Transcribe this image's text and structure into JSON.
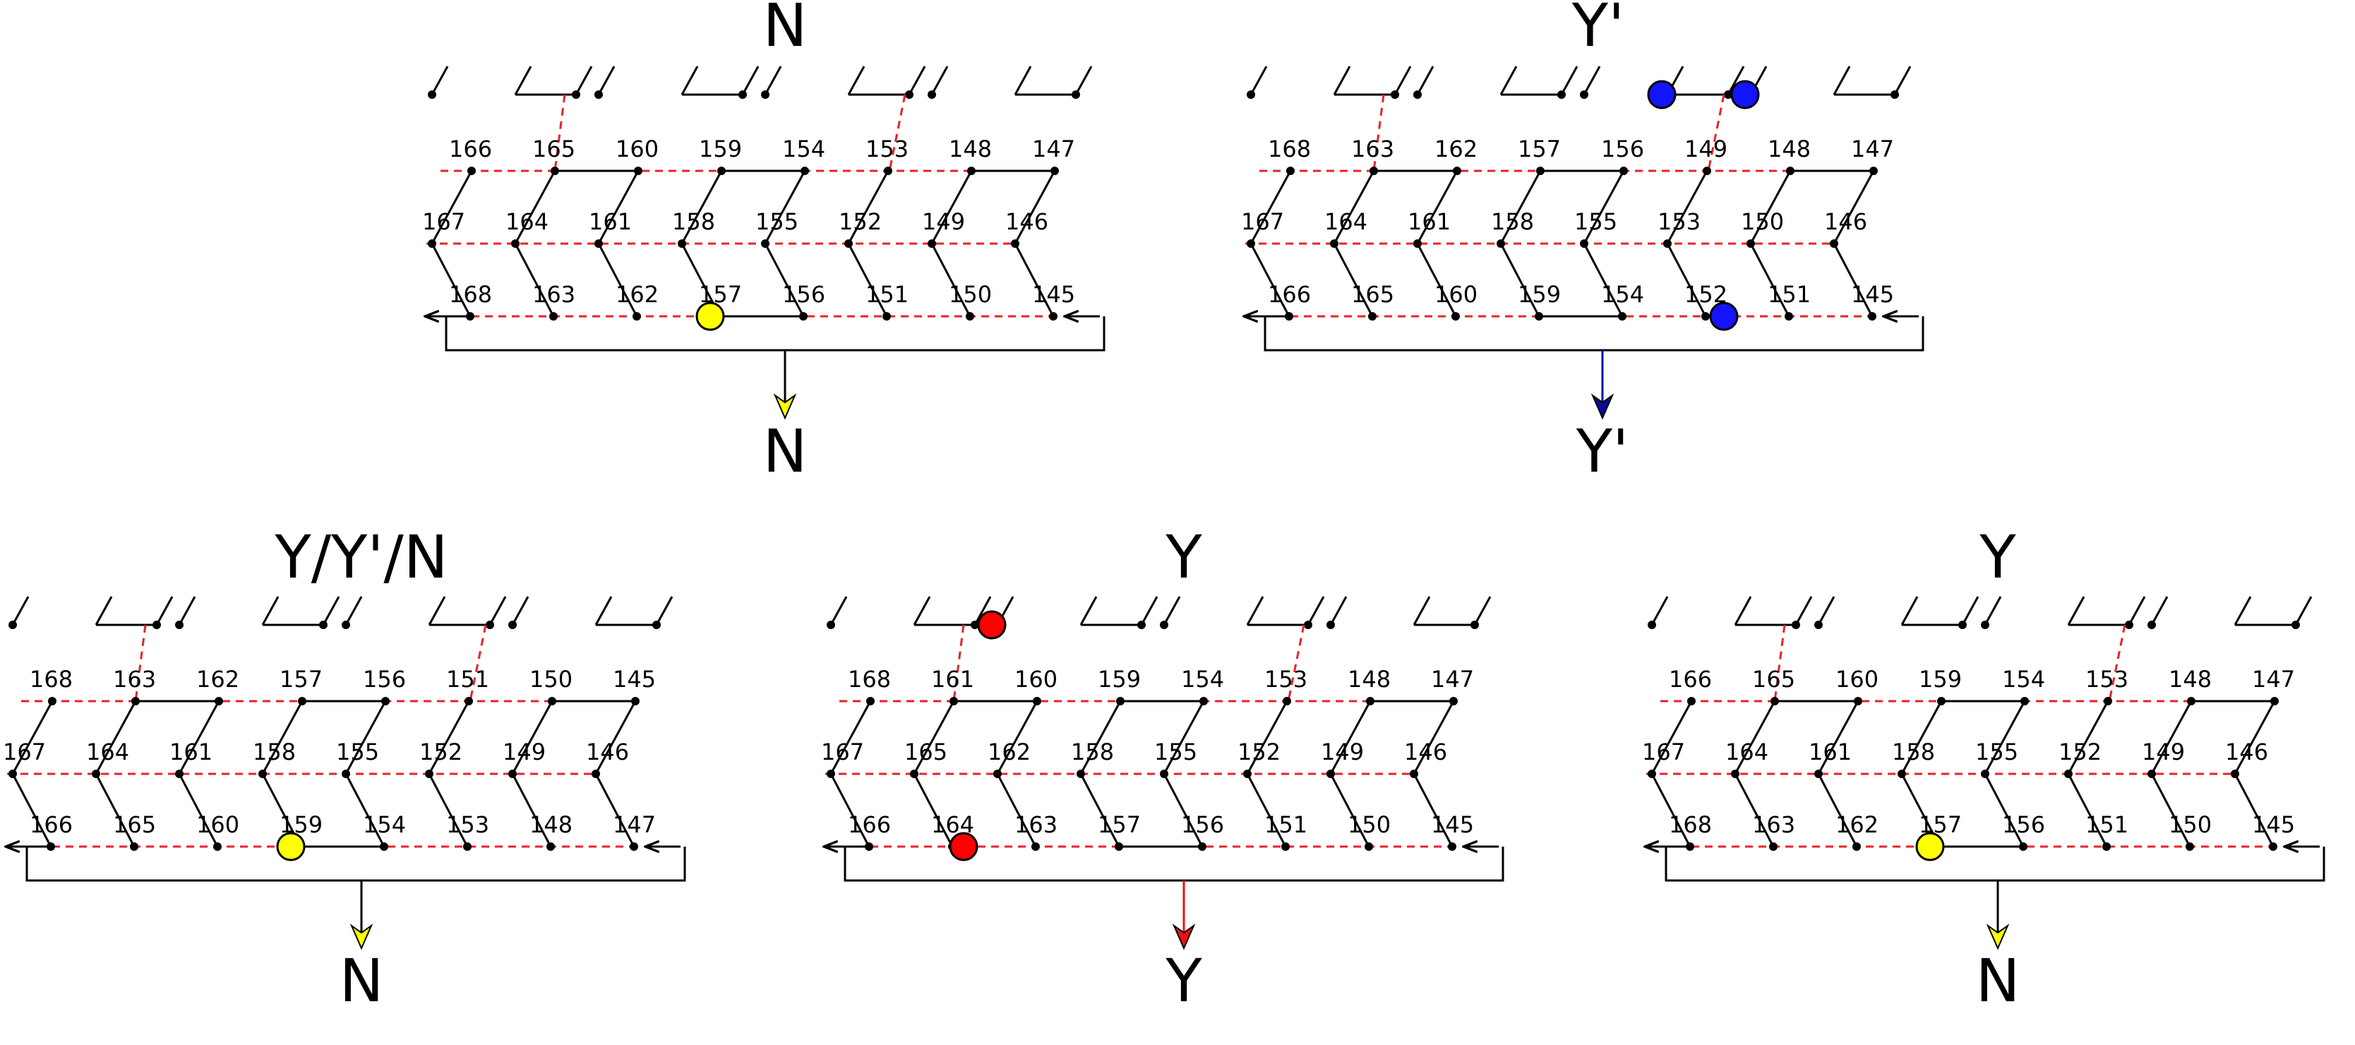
{
  "colors": {
    "line": "#000000",
    "dashed": "#e8222a",
    "yellow": "#ffff00",
    "blue": "#1414ff",
    "red": "#ff0000",
    "arrow_blue": "#0a0a9a",
    "arrow_red": "#ee1111"
  },
  "panels": [
    {
      "id": "p1",
      "title": "N",
      "result": "N",
      "arrow_color": "yellow",
      "rows": {
        "top": [
          "166",
          "165",
          "160",
          "159",
          "154",
          "153",
          "148",
          "147"
        ],
        "mid": [
          "167",
          "164",
          "161",
          "158",
          "155",
          "152",
          "149",
          "146"
        ],
        "bot": [
          "168",
          "163",
          "162",
          "157",
          "156",
          "151",
          "150",
          "145"
        ]
      }
    },
    {
      "id": "p2",
      "title": "Y'",
      "result": "Y'",
      "arrow_color": "blue",
      "rows": {
        "top": [
          "168",
          "163",
          "162",
          "157",
          "156",
          "149",
          "148",
          "147"
        ],
        "mid": [
          "167",
          "164",
          "161",
          "158",
          "155",
          "153",
          "150",
          "146"
        ],
        "bot": [
          "166",
          "165",
          "160",
          "159",
          "154",
          "152",
          "151",
          "145"
        ]
      }
    },
    {
      "id": "p3",
      "title": "Y/Y'/N",
      "result": "N",
      "arrow_color": "yellow",
      "rows": {
        "top": [
          "168",
          "163",
          "162",
          "157",
          "156",
          "151",
          "150",
          "145"
        ],
        "mid": [
          "167",
          "164",
          "161",
          "158",
          "155",
          "152",
          "149",
          "146"
        ],
        "bot": [
          "166",
          "165",
          "160",
          "159",
          "154",
          "153",
          "148",
          "147"
        ]
      }
    },
    {
      "id": "p4",
      "title": "Y",
      "result": "Y",
      "arrow_color": "red",
      "rows": {
        "top": [
          "168",
          "161",
          "160",
          "159",
          "154",
          "153",
          "148",
          "147"
        ],
        "mid": [
          "167",
          "165",
          "162",
          "158",
          "155",
          "152",
          "149",
          "146"
        ],
        "bot": [
          "166",
          "164",
          "163",
          "157",
          "156",
          "151",
          "150",
          "145"
        ]
      }
    },
    {
      "id": "p5",
      "title": "Y",
      "result": "N",
      "arrow_color": "yellow",
      "rows": {
        "top": [
          "166",
          "165",
          "160",
          "159",
          "154",
          "153",
          "148",
          "147"
        ],
        "mid": [
          "167",
          "164",
          "161",
          "158",
          "155",
          "152",
          "149",
          "146"
        ],
        "bot": [
          "168",
          "163",
          "162",
          "157",
          "156",
          "151",
          "150",
          "145"
        ]
      }
    }
  ]
}
